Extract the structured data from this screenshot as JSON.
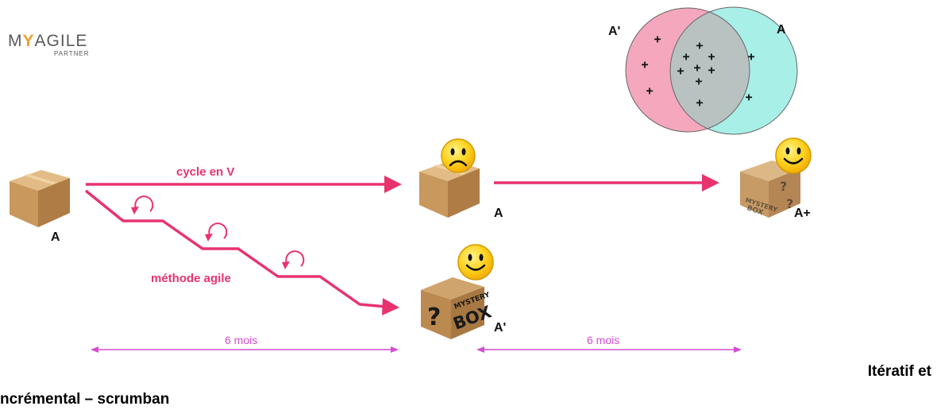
{
  "logo": {
    "prefix": "M",
    "mark": "Y",
    "suffix": "AGILE",
    "tagline": "PARTNER"
  },
  "venn": {
    "left_label": "A'",
    "right_label": "A",
    "mark": "+"
  },
  "start": {
    "label": "A",
    "icon": "cardboard-box-icon"
  },
  "flows": {
    "v_cycle": {
      "label": "cycle en V"
    },
    "agile": {
      "label": "méthode agile"
    }
  },
  "outcomes": {
    "v_cycle": {
      "label": "A",
      "icon": "sad-face-icon"
    },
    "agile": {
      "label": "A'",
      "icon": "happy-face-icon",
      "box_mark": "?",
      "box_word1": "MYSTERY",
      "box_word2": "BOX"
    },
    "improved": {
      "label": "A+",
      "icon": "happy-face-icon",
      "box_mark": "?",
      "box_word1": "MYSTERY",
      "box_word2": "BOX"
    }
  },
  "durations": [
    {
      "label": "6 mois"
    },
    {
      "label": "6 mois"
    }
  ],
  "caption": {
    "line1": "Itératif et",
    "line2": "ncrémental – scrumban"
  },
  "colors": {
    "accent": "#e8336e",
    "duration": "#d44ed4",
    "venn_left": "#f4a7bd",
    "venn_right": "#a8efe7",
    "venn_overlap": "#b8c3c1"
  }
}
